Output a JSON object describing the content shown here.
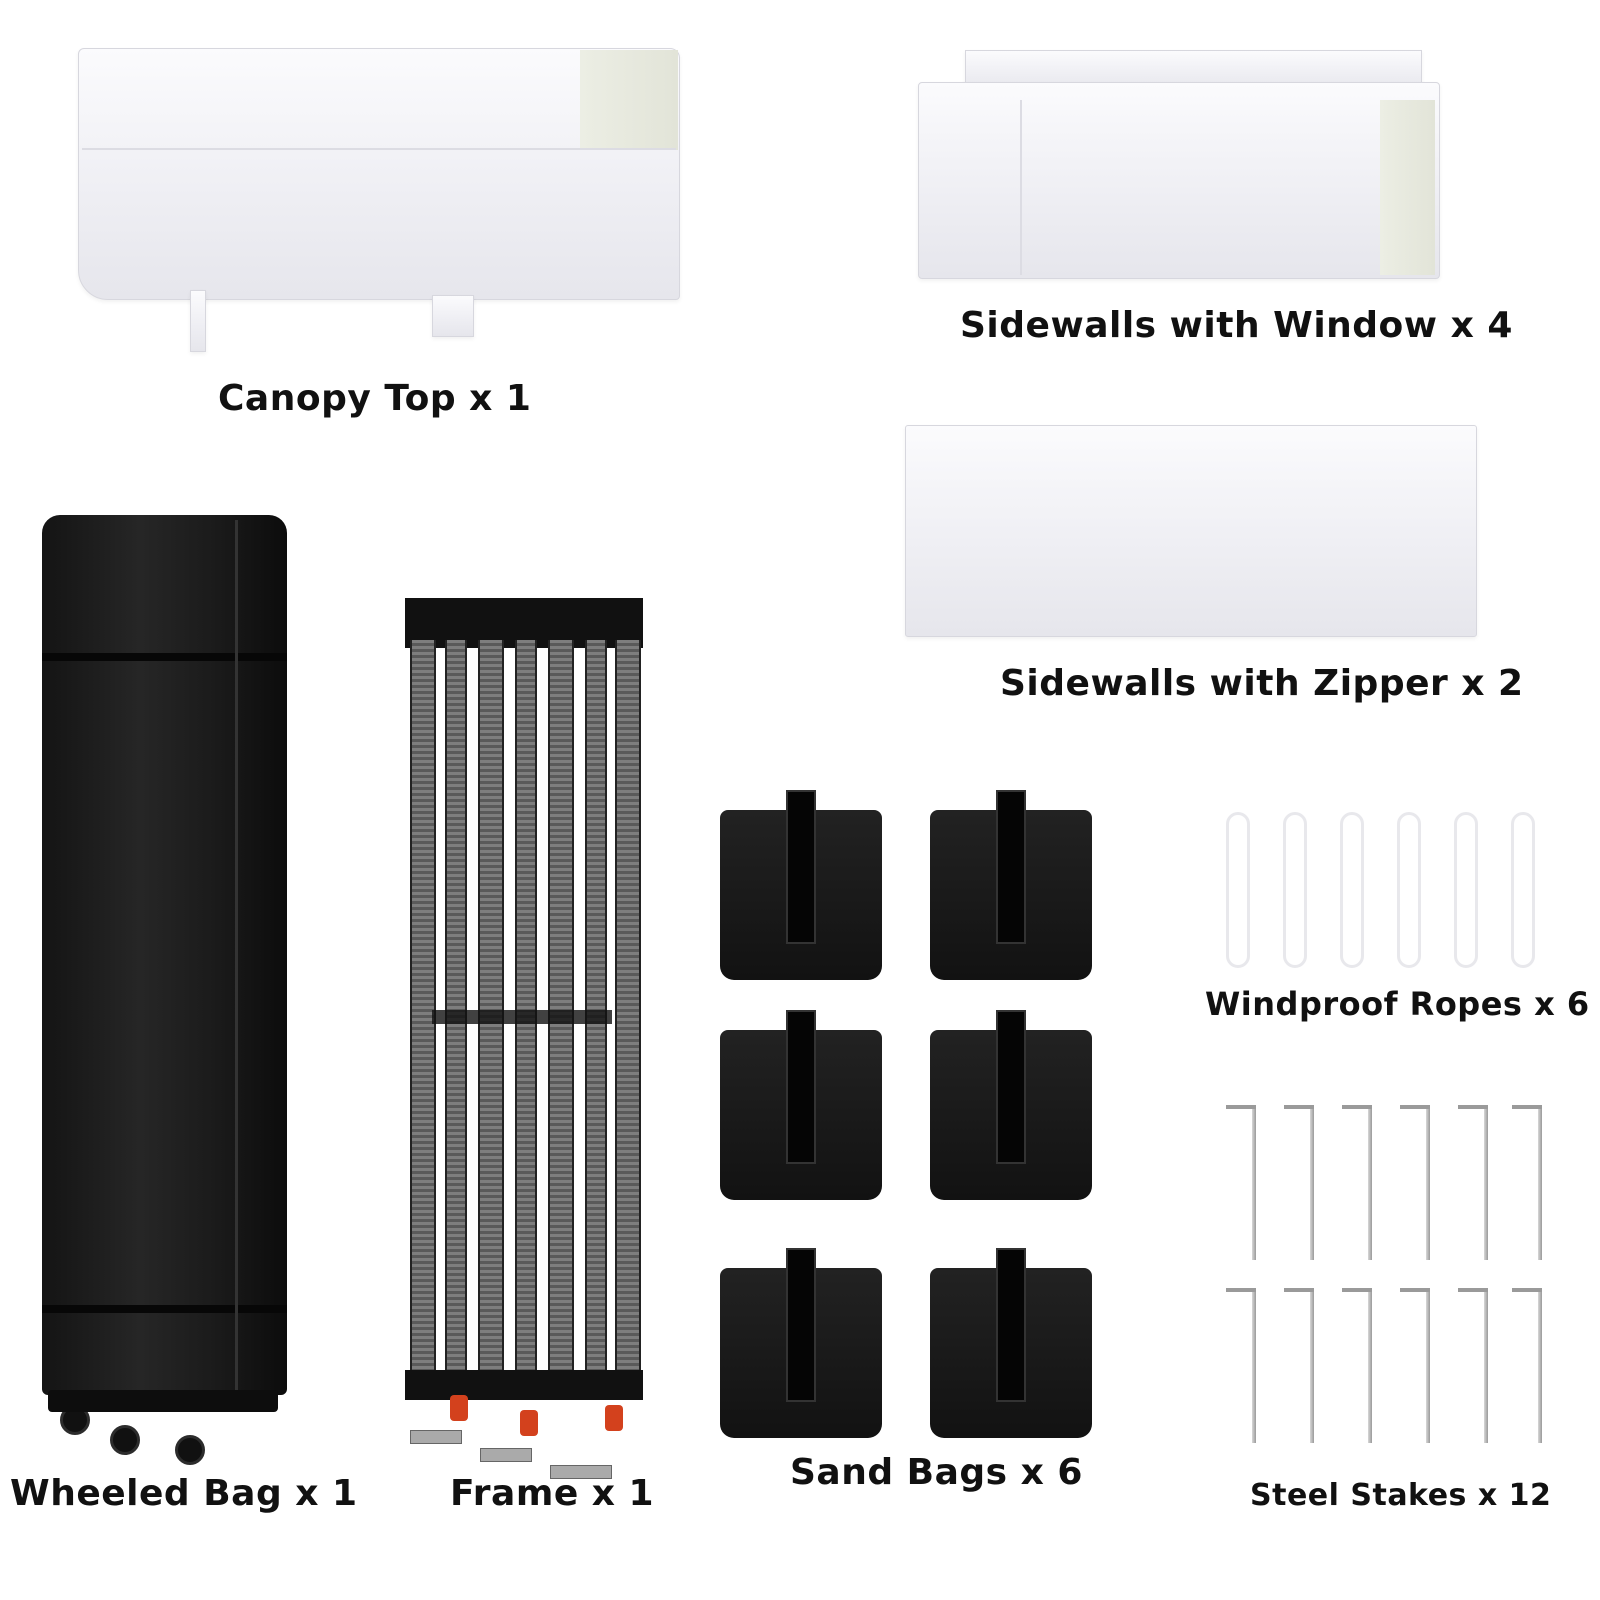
{
  "items": [
    {
      "id": "canopy_top",
      "label": "Canopy Top x 1",
      "name": "Canopy Top",
      "quantity": 1
    },
    {
      "id": "sidewalls_window",
      "label": "Sidewalls with Window x 4",
      "name": "Sidewalls with Window",
      "quantity": 4
    },
    {
      "id": "sidewalls_zipper",
      "label": "Sidewalls with Zipper x 2",
      "name": "Sidewalls with Zipper",
      "quantity": 2
    },
    {
      "id": "wheeled_bag",
      "label": "Wheeled Bag x 1",
      "name": "Wheeled Bag",
      "quantity": 1
    },
    {
      "id": "frame",
      "label": "Frame x 1",
      "name": "Frame",
      "quantity": 1
    },
    {
      "id": "sand_bags",
      "label": "Sand Bags x 6",
      "name": "Sand Bags",
      "quantity": 6
    },
    {
      "id": "windproof_ropes",
      "label": "Windproof Ropes x 6",
      "name": "Windproof Ropes",
      "quantity": 6
    },
    {
      "id": "steel_stakes",
      "label": "Steel Stakes x 12",
      "name": "Steel Stakes",
      "quantity": 12
    }
  ],
  "colors": {
    "background": "#ffffff",
    "label_text": "#111111",
    "fabric": "#f2f2f6",
    "bag": "#1a1a1a",
    "frame_accent": "#d3411d"
  }
}
